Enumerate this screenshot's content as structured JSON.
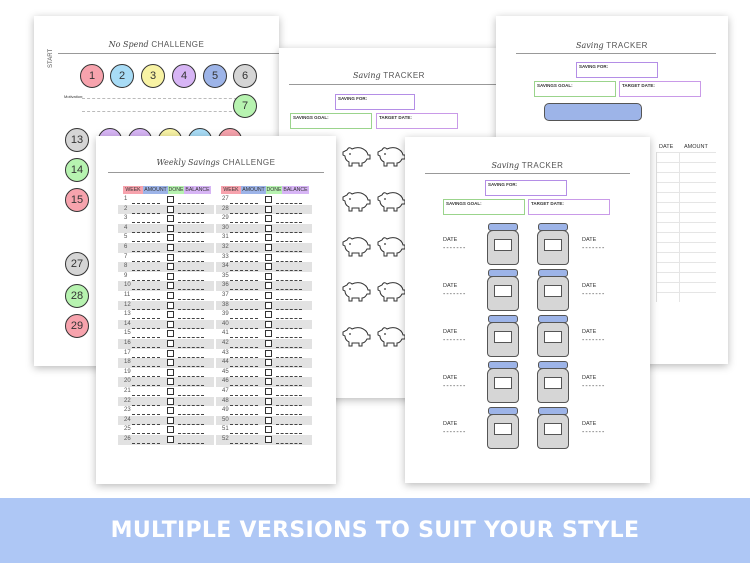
{
  "banner": {
    "text": "MULTIPLE VERSIONS TO SUIT YOUR STYLE",
    "color": "#aec7f5"
  },
  "no_spend": {
    "title_script": "No Spend",
    "title_caps": "CHALLENGE",
    "start_label": "START",
    "motivation_label": "Motivation:",
    "circles": [
      {
        "n": "1",
        "color": "#f7a3ad"
      },
      {
        "n": "2",
        "color": "#a8dcf6"
      },
      {
        "n": "3",
        "color": "#f8f3a4"
      },
      {
        "n": "4",
        "color": "#d7b5f5"
      },
      {
        "n": "5",
        "color": "#9db4e8"
      },
      {
        "n": "6",
        "color": "#d5d5d5"
      },
      {
        "n": "7",
        "color": "#b7f3b0"
      },
      {
        "n": "13",
        "color": "#d5d5d5"
      },
      {
        "n": "14",
        "color": "#b7f3b0"
      },
      {
        "n": "15",
        "color": "#f7a3ad"
      },
      {
        "n": "27",
        "color": "#d5d5d5"
      },
      {
        "n": "28",
        "color": "#b7f3b0"
      },
      {
        "n": "29",
        "color": "#f7a3ad"
      }
    ]
  },
  "piggy": {
    "title_script": "Saving",
    "title_caps": "TRACKER",
    "saving_for": "SAVING FOR:",
    "goal": "SAVINGS GOAL:",
    "target": "TARGET DATE:"
  },
  "right_tracker": {
    "title_script": "Saving",
    "title_caps": "TRACKER",
    "saving_for": "SAVING FOR:",
    "goal": "SAVINGS GOAL:",
    "target": "TARGET DATE:",
    "col_date": "DATE",
    "col_amount": "AMOUNT"
  },
  "weekly": {
    "title_script": "Weekly Savings",
    "title_caps": "CHALLENGE",
    "headers": {
      "week": "WEEK",
      "amount": "AMOUNT",
      "done": "DONE",
      "balance": "BALANCE"
    },
    "header_colors": {
      "week": "#f7a3ad",
      "amount": "#9db4e8",
      "done": "#b7f3b0",
      "balance": "#d7b5f5"
    },
    "weeks_left": [
      "1",
      "2",
      "3",
      "4",
      "5",
      "6",
      "7",
      "8",
      "9",
      "10",
      "11",
      "12",
      "13",
      "14",
      "15",
      "16",
      "17",
      "18",
      "19",
      "20",
      "21",
      "22",
      "23",
      "24",
      "25",
      "26"
    ],
    "weeks_right": [
      "27",
      "28",
      "29",
      "30",
      "31",
      "32",
      "33",
      "34",
      "35",
      "36",
      "37",
      "38",
      "39",
      "40",
      "41",
      "42",
      "43",
      "44",
      "45",
      "46",
      "47",
      "48",
      "49",
      "50",
      "51",
      "52"
    ]
  },
  "jar_tracker": {
    "title_script": "Saving",
    "title_caps": "TRACKER",
    "saving_for": "SAVING FOR:",
    "goal": "SAVINGS GOAL:",
    "target": "TARGET DATE:",
    "date_label": "DATE",
    "dash": "-------"
  }
}
